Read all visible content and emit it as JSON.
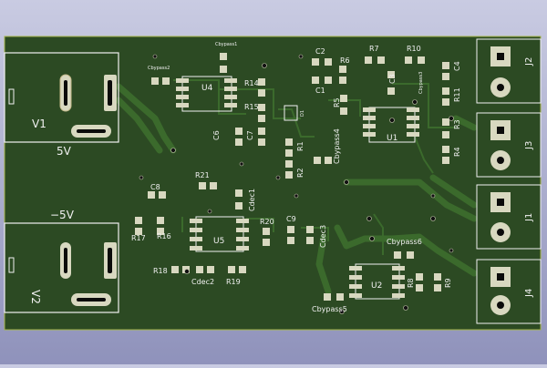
{
  "colors": {
    "board": "#2c4a23",
    "copper": "#3b6a2c",
    "pad": "#d8d8c0",
    "silk": "#f0f0f0",
    "background": "#a6a8cf"
  },
  "connectors": {
    "v1": {
      "ref": "V1",
      "value": "5V"
    },
    "v2": {
      "ref": "V2",
      "value": "−5V"
    },
    "j1": "J1",
    "j2": "J2",
    "j3": "J3",
    "j4": "J4"
  },
  "ics": {
    "u1": "U1",
    "u2": "U2",
    "u4": "U4",
    "u5": "U5"
  },
  "resistors": {
    "r1": "R1",
    "r2": "R2",
    "r3": "R3",
    "r4": "R4",
    "r5": "R5",
    "r6": "R6",
    "r7": "R7",
    "r8": "R8",
    "r9": "R9",
    "r10": "R10",
    "r11": "R11",
    "r14": "R14",
    "r15": "R15",
    "r16": "R16",
    "r17": "R17",
    "r18": "R18",
    "r19": "R19",
    "r20": "R20",
    "r21": "R21"
  },
  "capacitors": {
    "c1": "C1",
    "c2": "C2",
    "c3": "C3",
    "c4": "C4",
    "c6": "C6",
    "c7": "C7",
    "c8": "C8",
    "c9": "C9",
    "cdec1": "Cdec1",
    "cdec2": "Cdec2",
    "cdec3": "Cdec3",
    "cbypass1": "Cbypass1",
    "cbypass2": "Cbypass2",
    "cbypass3": "Cbypass3",
    "cbypass4": "Cbypass4",
    "cbypass5": "Cbypass5",
    "cbypass6": "Cbypass6"
  },
  "diodes": {
    "d1": "D1"
  }
}
